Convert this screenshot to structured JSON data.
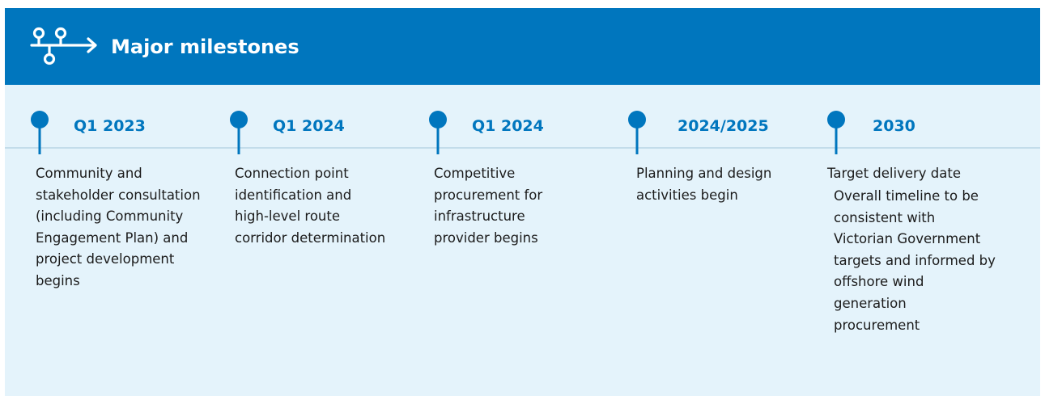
{
  "header": {
    "title": "Major milestones",
    "icon": "roadmap-icon",
    "background_color": "#0076be"
  },
  "colors": {
    "accent": "#0076be",
    "panel_background": "#e4f3fb",
    "track": "#c3dcea",
    "text": "#1b1b1b"
  },
  "milestones": [
    {
      "date": "Q1 2023",
      "description": "Community and stakeholder consultation (including Community Engagement Plan) and project development begins"
    },
    {
      "date": "Q1 2024",
      "description": "Connection point identification and high-level route corridor determination"
    },
    {
      "date": "Q1 2024",
      "description": "Competitive procurement for infrastructure provider begins"
    },
    {
      "date": "2024/2025",
      "description": "Planning and design activities begin"
    },
    {
      "date": "2030",
      "description": "Target delivery date",
      "note": "Overall timeline to be consistent with Victorian Government targets and informed by offshore wind generation procurement"
    }
  ]
}
